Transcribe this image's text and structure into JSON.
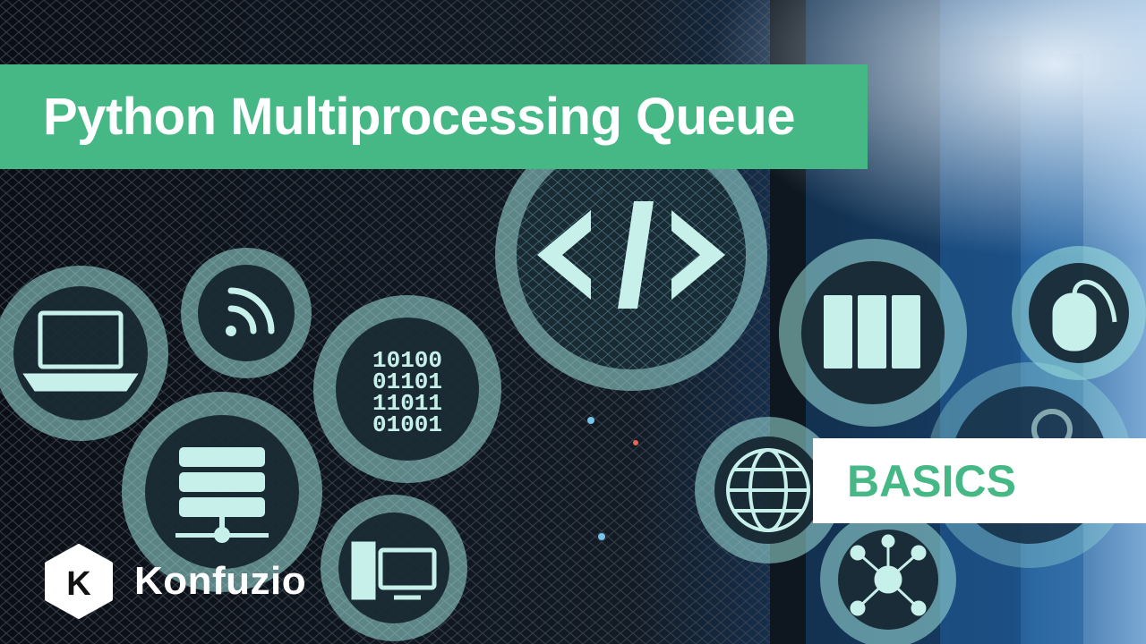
{
  "title": "Python Multiprocessing Queue",
  "badge": "BASICS",
  "brand": {
    "logo_letter": "K",
    "name": "Konfuzio"
  },
  "binary_lines": [
    "10100",
    "01101",
    "11011",
    "01001"
  ],
  "code_symbol": "</>",
  "icons": [
    "laptop-icon",
    "wifi-icon",
    "binary-icon",
    "code-icon",
    "server-stack-icon",
    "network-server-icon",
    "desktop-computer-icon",
    "globe-icon",
    "server-rack-icon",
    "mouse-icon",
    "network-nodes-icon",
    "settings-icon"
  ],
  "colors": {
    "accent_green": "#45b886",
    "gear_fill": "#9fe2dc",
    "background_dark": "#0a1018",
    "background_blue": "#1a4e86"
  }
}
